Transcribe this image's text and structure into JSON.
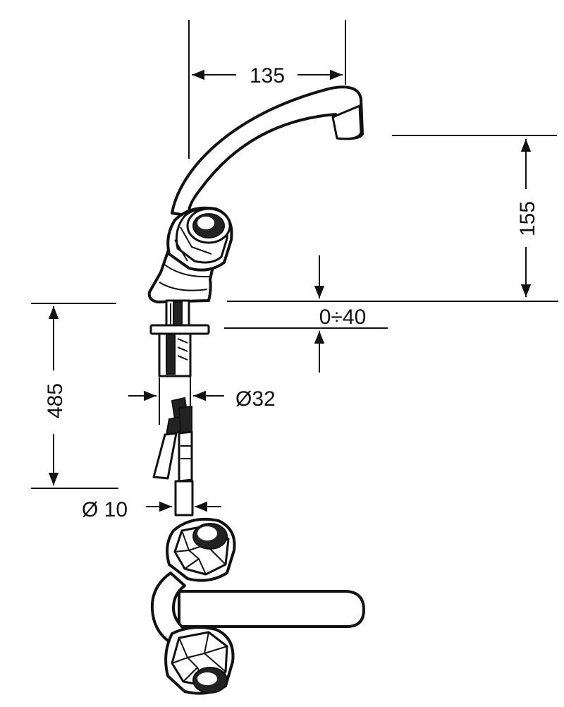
{
  "dimensions": {
    "spout_reach": "135",
    "spout_height": "155",
    "deck_thickness": "0÷40",
    "shank_length": "485",
    "shank_diameter": "Ø32",
    "hose_diameter": "Ø 10"
  },
  "colors": {
    "line": "#111111",
    "background": "#ffffff"
  }
}
